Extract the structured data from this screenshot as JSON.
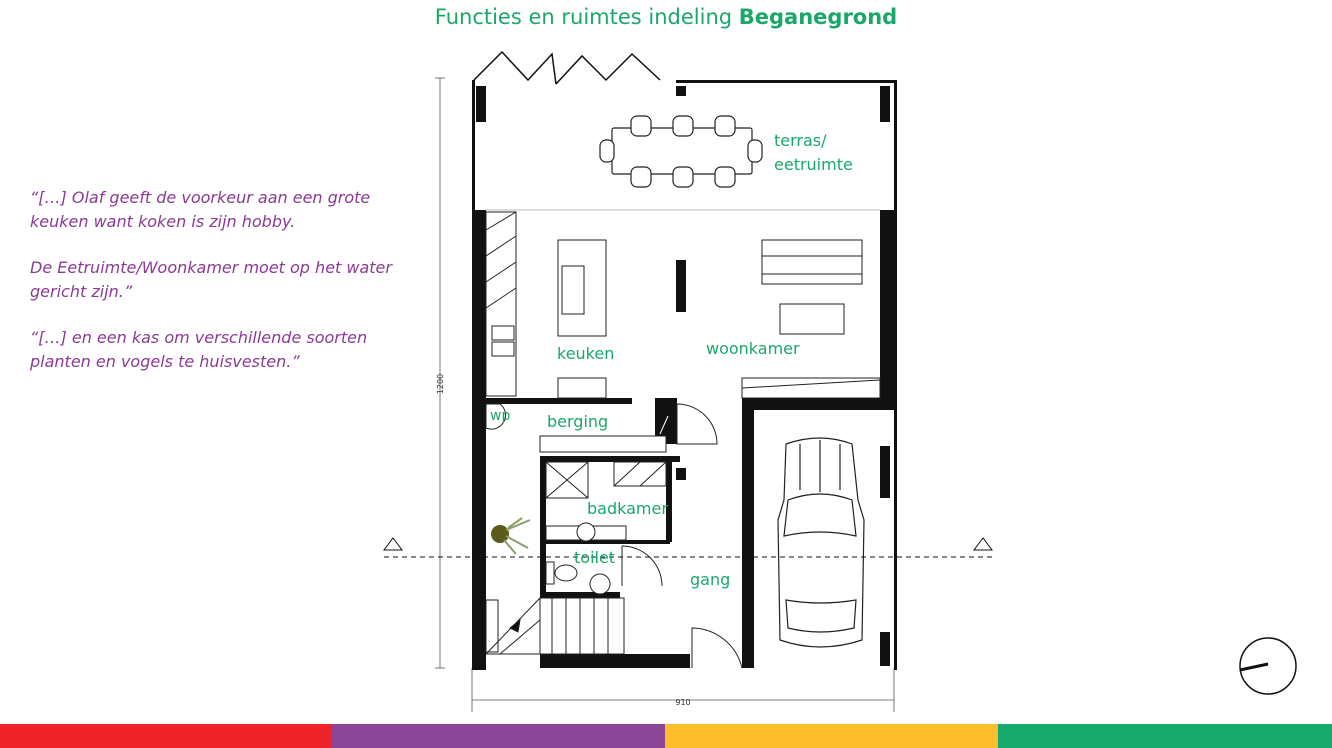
{
  "title": {
    "normal": "Functies en ruimtes indeling ",
    "bold": "Beganegrond"
  },
  "quotes": [
    "“[…] Olaf geeft de voorkeur aan een grote keuken want koken is zijn hobby.",
    "De Eetruimte/Woonkamer moet op het water gericht zijn.”",
    "“[…] en een kas om verschillende soorten planten en vogels te huisvesten.”"
  ],
  "rooms": {
    "terras_line1": "terras/",
    "terras_line2": "eetruimte",
    "keuken": "keuken",
    "woonkamer": "woonkamer",
    "wp": "wp",
    "berging": "berging",
    "badkamer": "badkamer",
    "toilet": "toilet",
    "gang": "gang"
  },
  "dimensions": {
    "height": "1200",
    "width": "910"
  },
  "colors": {
    "title": "#1aa86a",
    "room_label": "#1aa86a",
    "quote": "#8b3a96",
    "bar_red": "#ee2428",
    "bar_purple": "#8b4797",
    "bar_yellow": "#fbbd2c",
    "bar_green": "#17a86b"
  },
  "icons": [
    "north-arrow-icon",
    "section-marker-icon",
    "car-icon",
    "plant-icon"
  ]
}
